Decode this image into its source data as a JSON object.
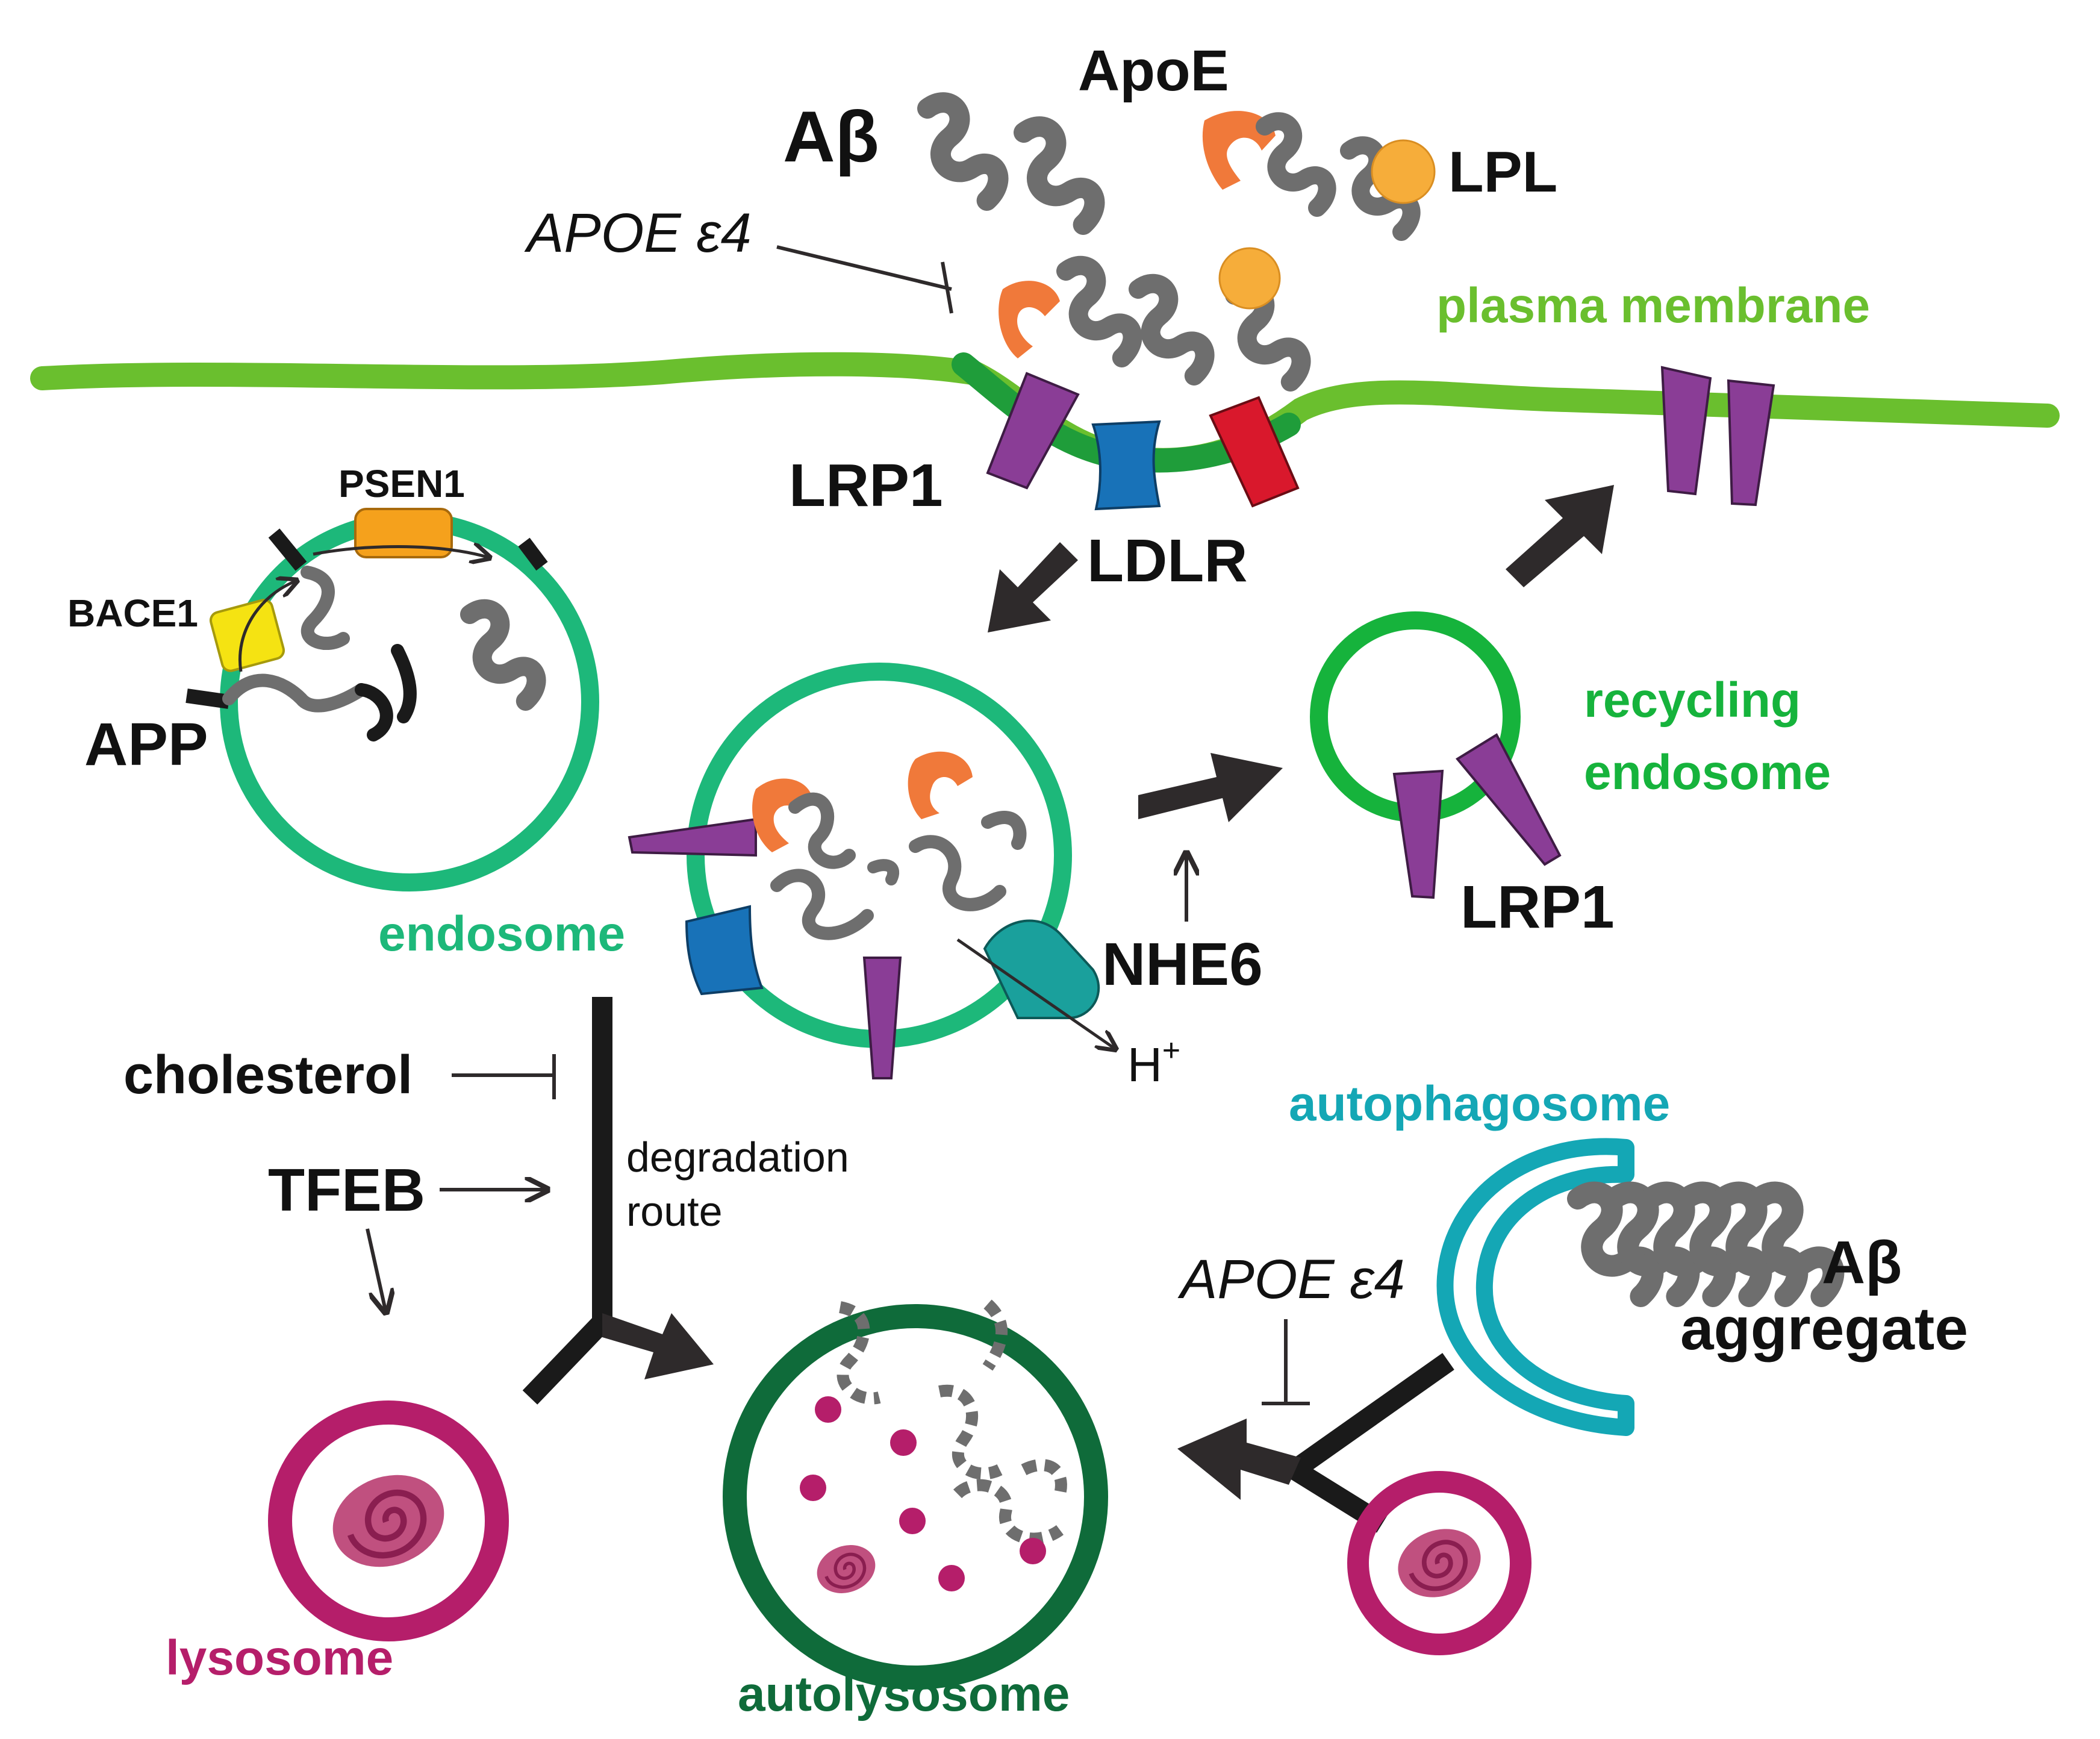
{
  "labels": {
    "abeta": "Aβ",
    "apoe": "ApoE",
    "lpl": "LPL",
    "apoe4_top": "APOE ε4",
    "plasma_membrane": "plasma membrane",
    "lrp1_top": "LRP1",
    "ldlr": "LDLR",
    "psen1": "PSEN1",
    "bace1": "BACE1",
    "app": "APP",
    "endosome": "endosome",
    "recycling_line1": "recycling",
    "recycling_line2": "endosome",
    "lrp1_recycling": "LRP1",
    "nhe6": "NHE6",
    "hplus": "H",
    "hplus_sup": "+",
    "cholesterol": "cholesterol",
    "tfeb": "TFEB",
    "degradation_line1": "degradation",
    "degradation_line2": "route",
    "autophagosome": "autophagosome",
    "apoe4_bottom": "APOE ε4",
    "abeta_aggregate_line1": "Aβ",
    "abeta_aggregate_line2": "aggregate",
    "lysosome": "lysosome",
    "autolysosome": "autolysosome"
  },
  "colors": {
    "membrane": "#6abf2e",
    "membrane_dark": "#1f9d3a",
    "endosome": "#1db87a",
    "recycling_endosome": "#16b33c",
    "autolysosome": "#0f6b3a",
    "lysosome": "#b51e6a",
    "autophagosome": "#14a7b5",
    "lrp1": "#8a3d96",
    "ldlr": "#1872b8",
    "red_receptor": "#d9182c",
    "nhe6": "#1aa09c",
    "apoe": "#f0793a",
    "lpl": "#f6ad3a",
    "psen1": "#f5a11c",
    "bace1": "#f5e312",
    "peptide": "#6e6e6e",
    "arrow": "#2e2a2b",
    "text": "#111111"
  }
}
